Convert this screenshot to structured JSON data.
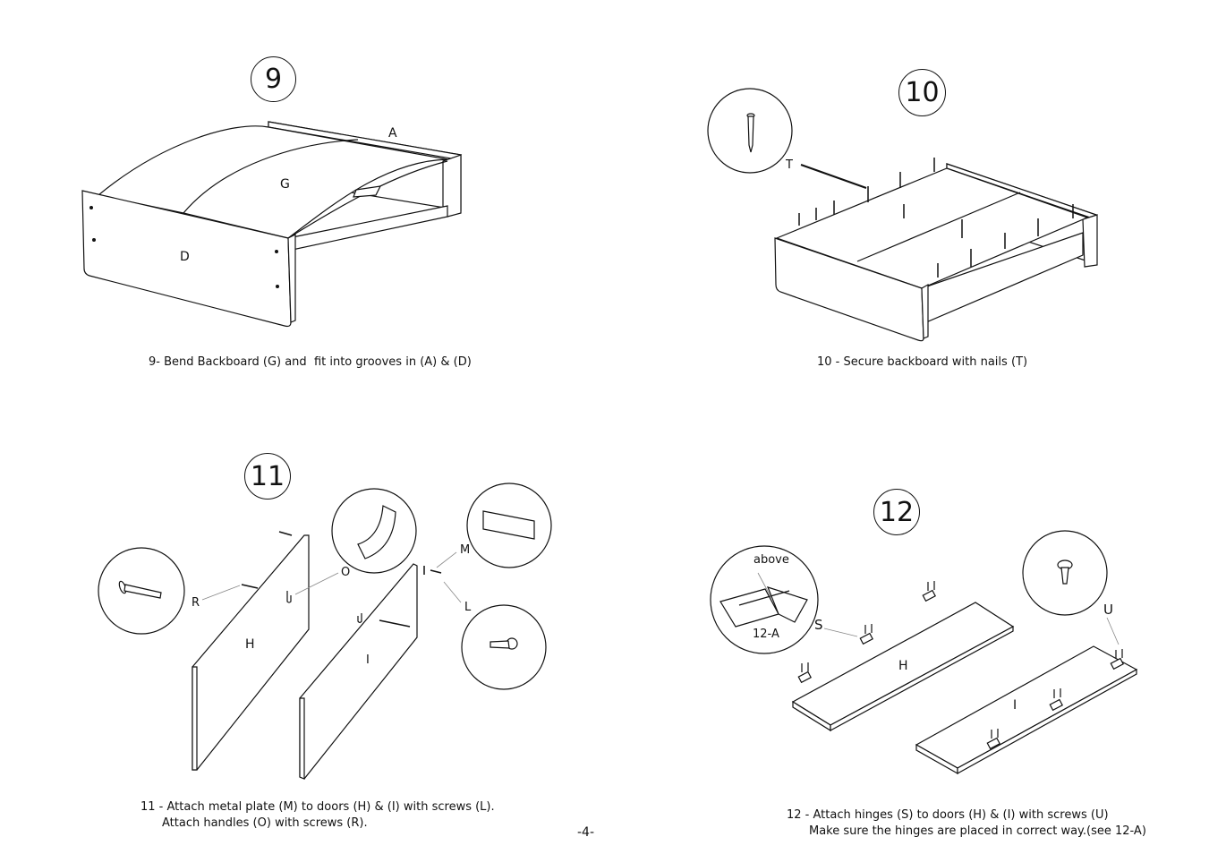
{
  "page_number": "-4-",
  "steps": [
    {
      "number": "9",
      "caption": "9- Bend Backboard (G) and  fit into grooves in (A) & (D)",
      "labels": {
        "a": "A",
        "g": "G",
        "d": "D"
      }
    },
    {
      "number": "10",
      "caption": "10 - Secure backboard with nails (T)",
      "labels": {
        "t": "T"
      }
    },
    {
      "number": "11",
      "caption_line1": "11 - Attach metal plate (M) to doors (H) & (I) with screws (L).",
      "caption_line2": "Attach handles (O) with screws (R).",
      "labels": {
        "r": "R",
        "o": "O",
        "m": "M",
        "l": "L",
        "h": "H",
        "i": "I"
      }
    },
    {
      "number": "12",
      "caption_line1": "12 - Attach hinges (S) to doors (H) & (I) with screws (U)",
      "caption_line2": "Make sure the hinges are placed in correct way.(see 12-A)",
      "labels": {
        "above": "above",
        "ref": "12-A",
        "s": "S",
        "u": "U",
        "h": "H",
        "i": "I"
      }
    }
  ]
}
